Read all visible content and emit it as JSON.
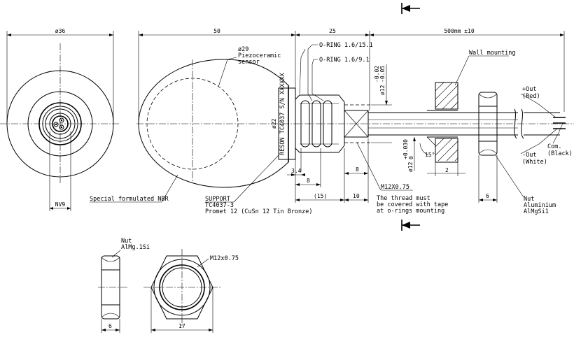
{
  "dimensions": {
    "d36": "ø36",
    "d50": "50",
    "d25": "25",
    "d500": "500mm ±10",
    "nv9": "NV9",
    "d22": "ø22",
    "d3_4": "3.4",
    "d8a": "8",
    "d8b": "8",
    "d15": "(15)",
    "d10": "10",
    "d2": "2",
    "d15deg": "15°",
    "d6a": "6",
    "d6b": "6",
    "d17": "17",
    "tol12_main": "ø12",
    "tol12_upper": "-0.02",
    "tol12_lower": "-0.05",
    "tol12b_main": "ø12",
    "tol12b_upper": "+0.030",
    "tol12b_lower": "0"
  },
  "labels": {
    "sensor_line1": "ø29",
    "sensor_line2": "Piezoceramic",
    "sensor_line3": "sensor",
    "oring1": "O-RING 1.6/15.1",
    "oring2": "O-RING 1.6/9.1",
    "wall": "Wall mounting",
    "out_plus_1": "+Out",
    "out_plus_2": "(Red)",
    "out_minus_1": "-Out",
    "out_minus_2": "(White)",
    "com_1": "Com.",
    "com_2": "(Black)",
    "nbr": "Special formulated NBR",
    "support_1": "SUPPORT",
    "support_2": "TC4037-3",
    "support_3": "Promet 12 (CuSn 12 Tin Bronze)",
    "thread": "M12X0.75",
    "thread_note_1": "The thread must",
    "thread_note_2": "be covered with tape",
    "thread_note_3": "at o-rings mounting",
    "nut_1": "Nut",
    "nut_2": "Aluminium",
    "nut_3": "AlMgSi1",
    "nut2_1": "Nut",
    "nut2_2": "AlMg.1Si",
    "nut2_thread": "M12x0.75",
    "engraving": "RESON TC4037 S/N XXXXXX"
  }
}
